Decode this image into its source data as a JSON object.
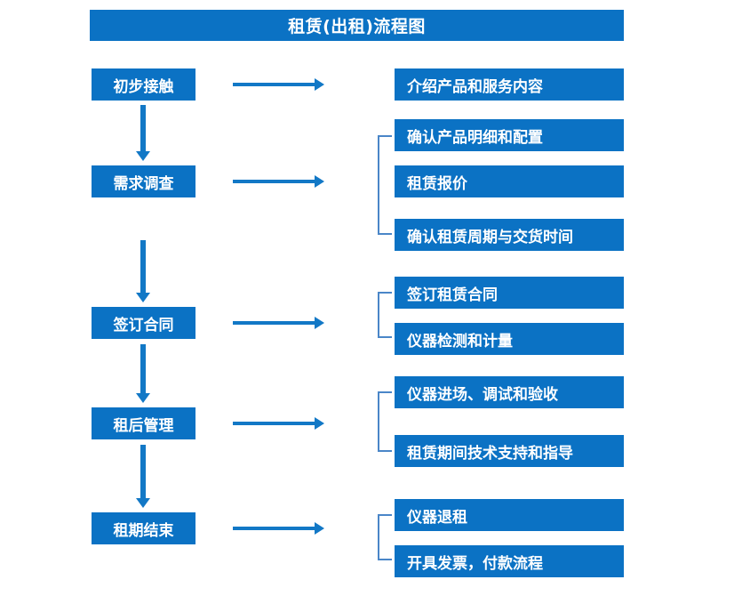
{
  "diagram": {
    "title": "租赁(出租)流程图",
    "colors": {
      "box_blue": "#0B72C4",
      "arrow_blue": "#1278C6",
      "bracket_blue": "#4A86C8",
      "text_white": "#FFFFFF",
      "background": "#FFFFFF"
    },
    "stages": [
      {
        "id": "stage-1",
        "label": "初步接触",
        "tasks": [
          {
            "id": "task-1-1",
            "label": "介绍产品和服务内容"
          }
        ],
        "bracketed": false
      },
      {
        "id": "stage-2",
        "label": "需求调查",
        "tasks": [
          {
            "id": "task-2-1",
            "label": "确认产品明细和配置"
          },
          {
            "id": "task-2-2",
            "label": "租赁报价"
          },
          {
            "id": "task-2-3",
            "label": "确认租赁周期与交货时间"
          }
        ],
        "bracketed": true
      },
      {
        "id": "stage-3",
        "label": "签订合同",
        "tasks": [
          {
            "id": "task-3-1",
            "label": "签订租赁合同"
          },
          {
            "id": "task-3-2",
            "label": "仪器检测和计量"
          }
        ],
        "bracketed": true
      },
      {
        "id": "stage-4",
        "label": "租后管理",
        "tasks": [
          {
            "id": "task-4-1",
            "label": "仪器进场、调试和验收"
          },
          {
            "id": "task-4-2",
            "label": "租赁期间技术支持和指导"
          }
        ],
        "bracketed": true
      },
      {
        "id": "stage-5",
        "label": "租期结束",
        "tasks": [
          {
            "id": "task-5-1",
            "label": "仪器退租"
          },
          {
            "id": "task-5-2",
            "label": "开具发票，付款流程"
          }
        ],
        "bracketed": true
      }
    ]
  }
}
